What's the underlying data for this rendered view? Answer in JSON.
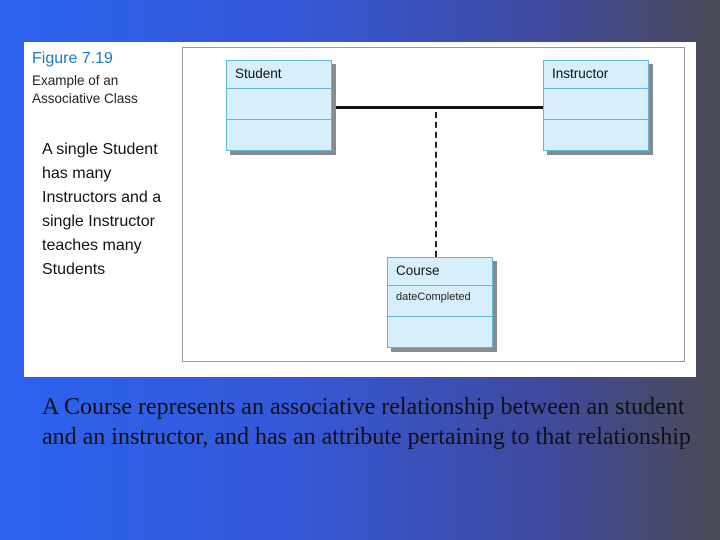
{
  "figure": {
    "title": "Figure 7.19",
    "subtitle": "Example of an Associative Class"
  },
  "note": "A single Student has many Instructors and a single Instructor teaches many Students",
  "classes": {
    "student": {
      "name": "Student"
    },
    "instructor": {
      "name": "Instructor"
    },
    "course": {
      "name": "Course",
      "attribute": "dateCompleted"
    }
  },
  "caption": "A Course represents an associative relationship between an student and an instructor, and has an attribute pertaining to that relationship"
}
